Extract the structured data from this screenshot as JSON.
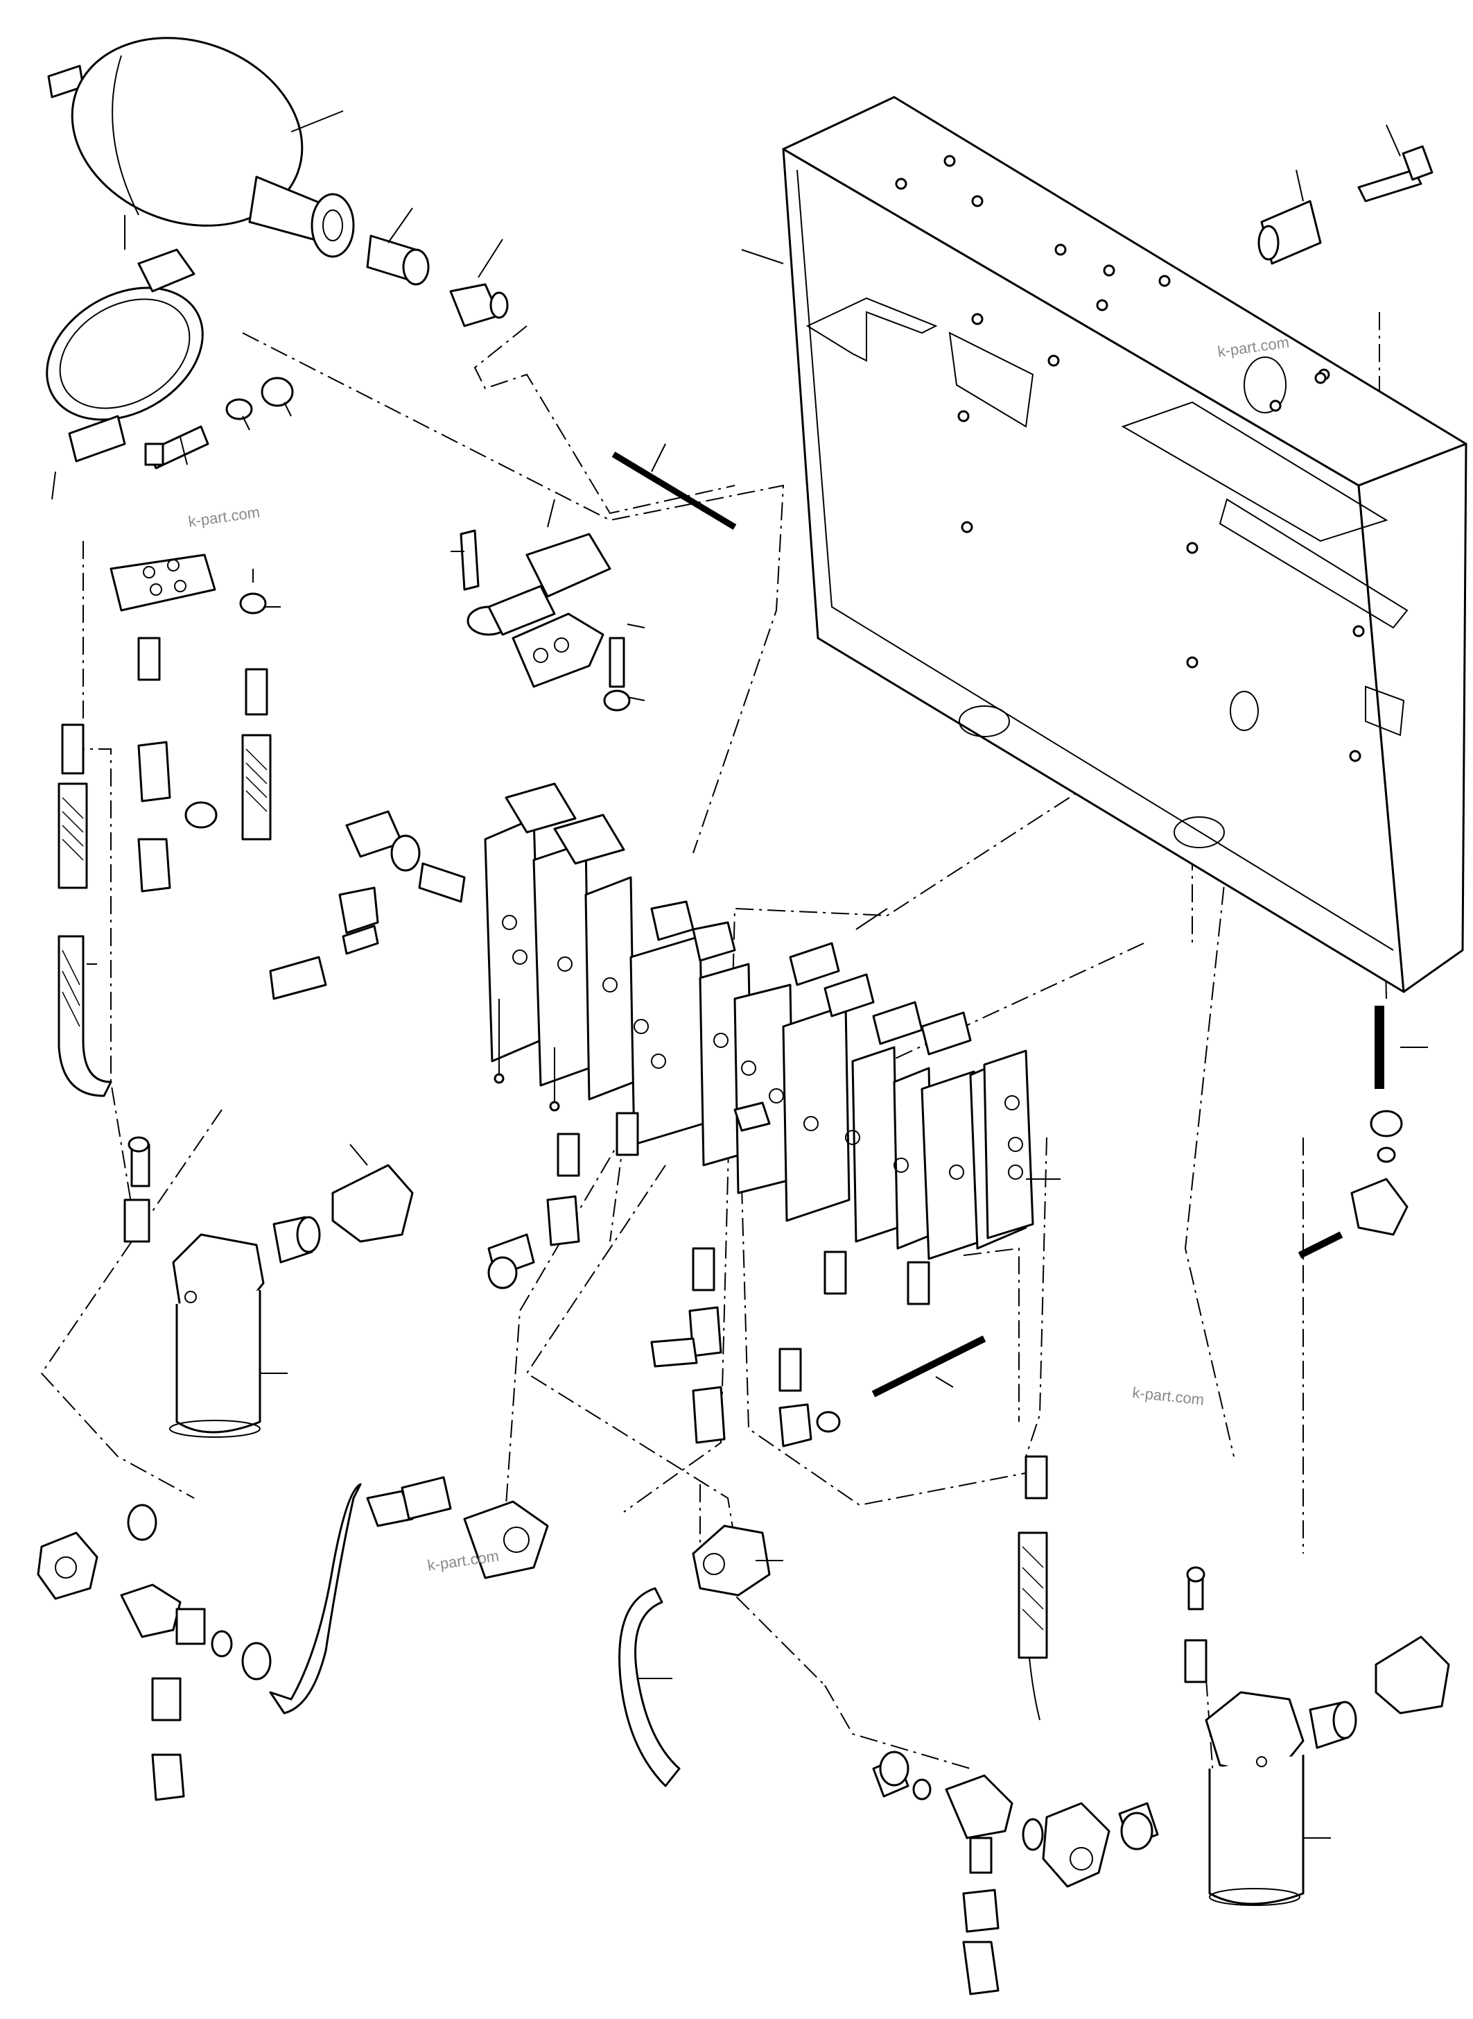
{
  "watermarks": [
    {
      "text": "k-part.com"
    },
    {
      "text": "k-part.com"
    },
    {
      "text": "k-part.com"
    },
    {
      "text": "k-part.com"
    }
  ],
  "colors": {
    "line": "#000000",
    "background": "#ffffff",
    "watermark": "#8a8a8a"
  }
}
